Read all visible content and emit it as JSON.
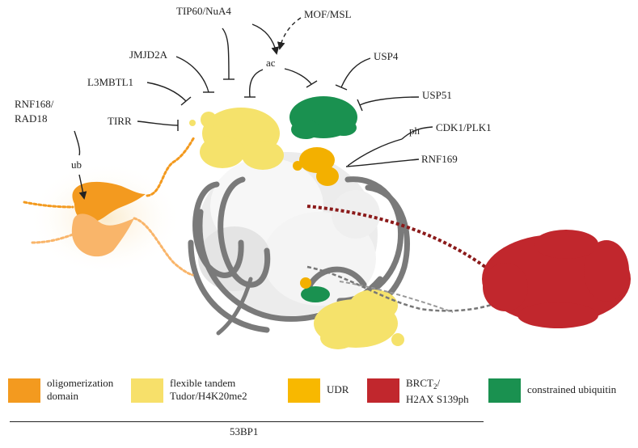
{
  "labels": {
    "tip60": "TIP60/NuA4",
    "mof": "MOF/MSL",
    "jmjd2a": "JMJD2A",
    "ac": "ac",
    "usp4": "USP4",
    "l3mbtl1": "L3MBTL1",
    "usp51": "USP51",
    "rnf168_line1": "RNF168/",
    "rnf168_line2": "RAD18",
    "tirr": "TIRR",
    "ph": "ph",
    "cdk1": "CDK1/PLK1",
    "ub": "ub",
    "rnf169": "RNF169"
  },
  "legend": {
    "oligomerization": {
      "line1": "oligomerization",
      "line2": "domain",
      "color": "#f39a1f"
    },
    "tudor": {
      "line1": "flexible tandem",
      "line2": "Tudor/H4K20me2",
      "color": "#f7e06a"
    },
    "udr": {
      "line1": "UDR",
      "color": "#f8b800"
    },
    "brct": {
      "line1_main": "BRCT",
      "line1_sub": "2",
      "line1_tail": "/",
      "line2": "H2AX S139ph",
      "color": "#c1272d"
    },
    "ubiquitin": {
      "line1": "constrained ubiquitin",
      "color": "#1a9150"
    }
  },
  "protein": "53BP1"
}
